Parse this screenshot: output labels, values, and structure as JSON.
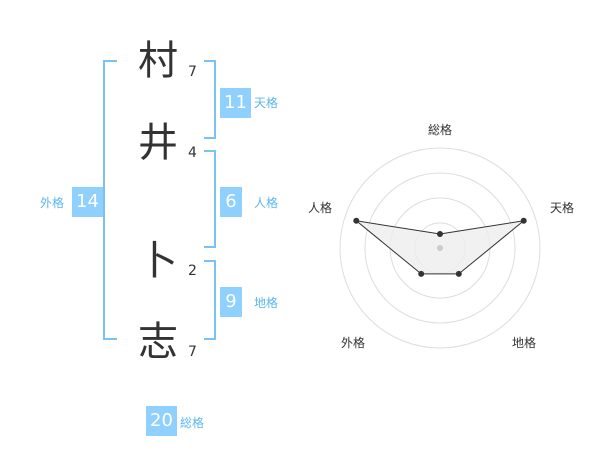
{
  "name": {
    "chars": [
      {
        "char": "村",
        "strokes": "7"
      },
      {
        "char": "井",
        "strokes": "4"
      },
      {
        "char": "卜",
        "strokes": "2"
      },
      {
        "char": "志",
        "strokes": "7"
      }
    ]
  },
  "fortunes": {
    "tenkaku": {
      "value": "11",
      "label": "天格"
    },
    "jinkaku": {
      "value": "6",
      "label": "人格"
    },
    "chikaku": {
      "value": "9",
      "label": "地格"
    },
    "gaikaku": {
      "value": "14",
      "label": "外格"
    },
    "soukaku": {
      "value": "20",
      "label": "総格"
    }
  },
  "colors": {
    "badge": "#8fd0ff",
    "bracket": "#7ac3f0",
    "label": "#5bb7ee",
    "text": "#333333"
  },
  "chart_data": {
    "type": "radar",
    "axes": [
      "総格",
      "天格",
      "地格",
      "外格",
      "人格"
    ],
    "values": [
      0.14,
      0.88,
      0.32,
      0.32,
      0.88
    ],
    "range": [
      0,
      1
    ],
    "rings": 4
  }
}
